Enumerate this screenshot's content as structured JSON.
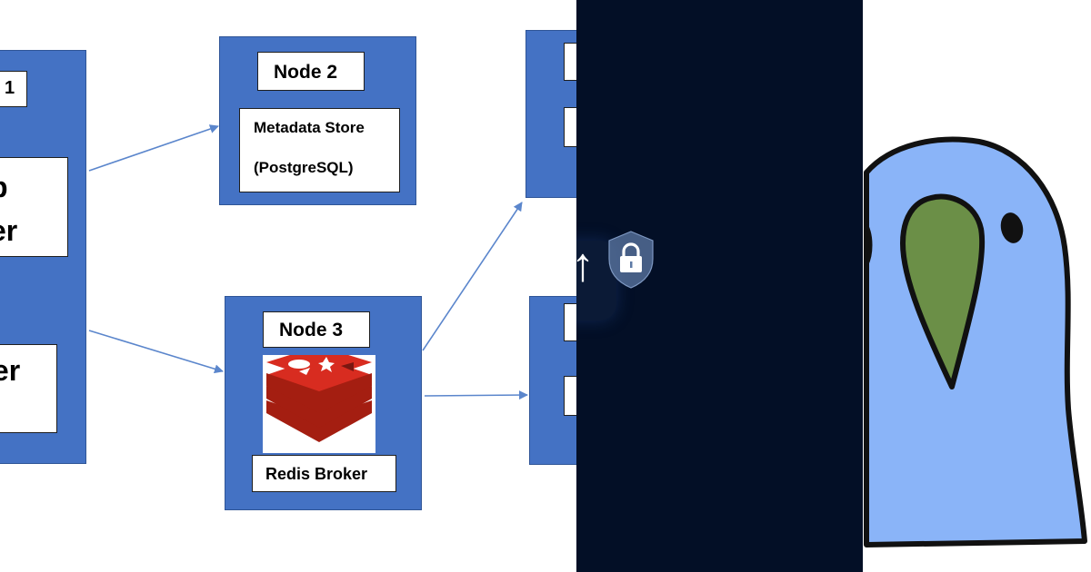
{
  "diagram": {
    "nodes": {
      "node1": {
        "title": "1",
        "web_server_lines": [
          "b",
          "er"
        ],
        "scheduler_label": "ler"
      },
      "node2": {
        "title": "Node 2",
        "store_line1": "Metadata Store",
        "store_line2": "(PostgreSQL)"
      },
      "node3": {
        "title": "Node 3",
        "broker_label": "Redis Broker"
      }
    }
  },
  "overlay": {
    "upload_icon": "up-arrow-icon",
    "security_icon": "shield-lock-icon"
  },
  "colors": {
    "node_blue": "#4472c4",
    "arrow_blue": "#5b86cc",
    "dark_bg": "#030f26",
    "redis_red": "#c6302b",
    "parrot_blue": "#8ab4f8",
    "parrot_green": "#6b8f47"
  }
}
